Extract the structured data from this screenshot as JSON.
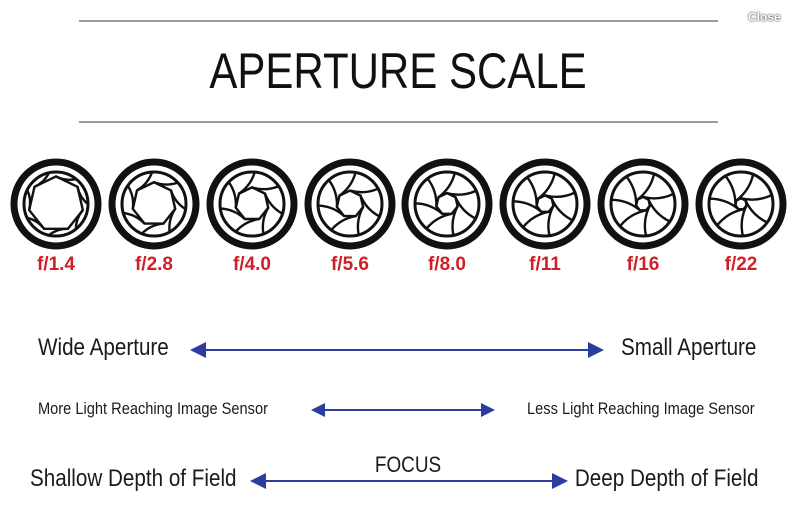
{
  "header": {
    "title": "APERTURE SCALE",
    "close_label": "Close"
  },
  "apertures": [
    {
      "label": "f/1.4",
      "opening": 0.86
    },
    {
      "label": "f/2.8",
      "opening": 0.68
    },
    {
      "label": "f/4.0",
      "opening": 0.52
    },
    {
      "label": "f/5.6",
      "opening": 0.42
    },
    {
      "label": "f/8.0",
      "opening": 0.34
    },
    {
      "label": "f/11",
      "opening": 0.27
    },
    {
      "label": "f/16",
      "opening": 0.22
    },
    {
      "label": "f/22",
      "opening": 0.18
    }
  ],
  "scale_rows": [
    {
      "left": "Wide Aperture",
      "right": "Small Aperture",
      "middle": ""
    },
    {
      "left": "More Light Reaching Image Sensor",
      "right": "Less Light Reaching Image Sensor",
      "middle": ""
    },
    {
      "left": "Shallow Depth of Field",
      "right": "Deep Depth of Field",
      "middle": "FOCUS"
    }
  ],
  "colors": {
    "fstop_text": "#d11f28",
    "arrow": "#2b3ea0",
    "rule": "#9a9a9a",
    "ink": "#111111"
  }
}
